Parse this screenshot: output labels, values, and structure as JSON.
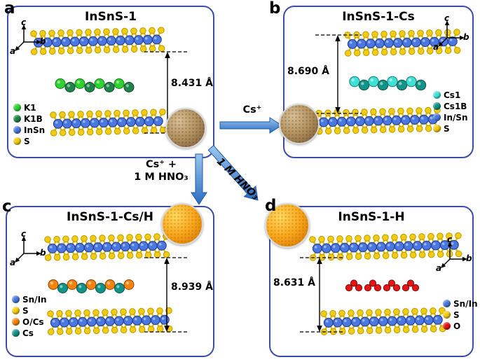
{
  "figure": {
    "panels": {
      "a": {
        "letter": "a",
        "title": "InSnS-1",
        "distance": "8.431 Å",
        "axes": {
          "up": "c",
          "right": "b",
          "diag": "a"
        },
        "legend": [
          {
            "label": "K1",
            "color": "#2fd32f"
          },
          {
            "label": "K1B",
            "color": "#1e8449"
          },
          {
            "label": "InSn",
            "color": "#4a78e0"
          },
          {
            "label": "S",
            "color": "#f2cc10"
          }
        ],
        "chain_colors": [
          "#2fd32f",
          "#1e8449"
        ]
      },
      "b": {
        "letter": "b",
        "title": "InSnS-1-Cs",
        "distance": "8.690 Å",
        "axes": {
          "up": "c",
          "right": "b",
          "diag": "a"
        },
        "legend": [
          {
            "label": "Cs1",
            "color": "#3fe0d6"
          },
          {
            "label": "Cs1B",
            "color": "#109388"
          },
          {
            "label": "In/Sn",
            "color": "#4a78e0"
          },
          {
            "label": "S",
            "color": "#f2cc10"
          }
        ],
        "chain_colors": [
          "#3fe0d6",
          "#109388"
        ]
      },
      "c": {
        "letter": "c",
        "title": "InSnS-1-Cs/H",
        "distance": "8.939 Å",
        "axes": {
          "up": "c",
          "right": "b",
          "diag": "a"
        },
        "legend": [
          {
            "label": "Sn/In",
            "color": "#4a78e0"
          },
          {
            "label": "S",
            "color": "#f2cc10"
          },
          {
            "label": "O/Cs",
            "color": "#f5820a"
          },
          {
            "label": "Cs",
            "color": "#109388"
          }
        ],
        "chain_colors": [
          "#f5820a",
          "#109388"
        ]
      },
      "d": {
        "letter": "d",
        "title": "InSnS-1-H",
        "distance": "8.631 Å",
        "axes": {
          "up": "c",
          "right": "b",
          "diag": "a"
        },
        "legend": [
          {
            "label": "Sn/In",
            "color": "#4a78e0"
          },
          {
            "label": "S",
            "color": "#f2cc10"
          },
          {
            "label": "O",
            "color": "#e51515"
          }
        ],
        "chain_colors": [
          "#e51515"
        ]
      }
    },
    "arrows": {
      "cs_label": "Cs⁺",
      "combo_line1": "Cs⁺ +",
      "combo_line2": "1 M HNO₃",
      "hno3_label": "1 M HNO₃"
    },
    "colors": {
      "panel_border": "#3b4da8",
      "arrow_light": "#9cc6ee",
      "arrow_dark": "#2b6bbf",
      "metal_blue": "#4a78e0",
      "sulfur_yellow": "#f2cc10",
      "bond_yellow": "#dfba00",
      "marker_black": "#000000"
    }
  }
}
